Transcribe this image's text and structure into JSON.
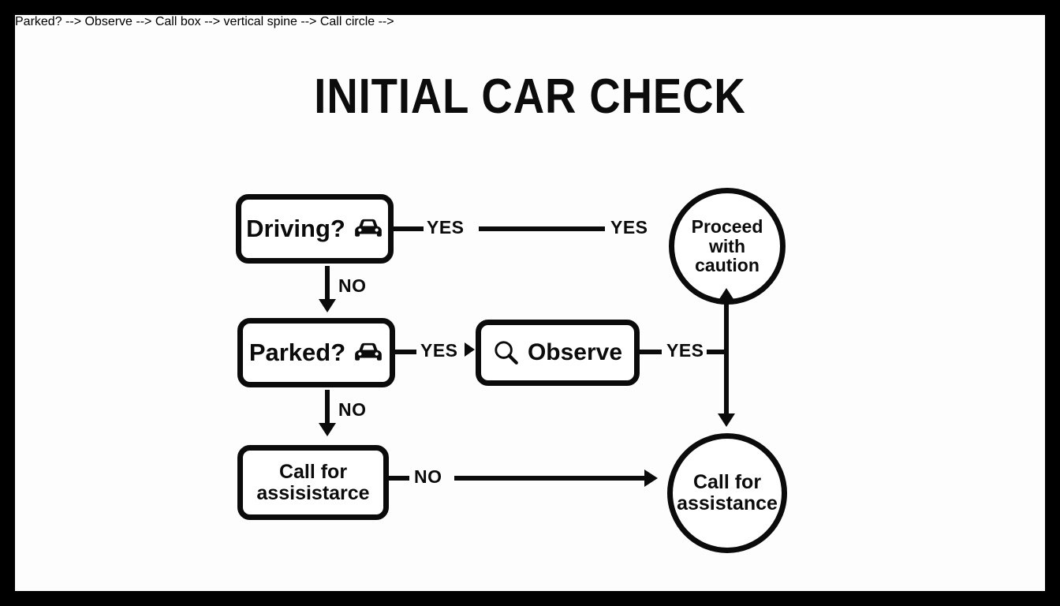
{
  "document": {
    "title": "INITIAL CAR CHECK",
    "frame_color": "#000000",
    "page_color": "#fdfdfd",
    "ink_color": "#0b0b0b"
  },
  "diagram": {
    "type": "flowchart",
    "nodes": [
      {
        "id": "driving",
        "shape": "rounded-rect",
        "label": "Driving?",
        "icon": "car-icon"
      },
      {
        "id": "parked",
        "shape": "rounded-rect",
        "label": "Parked?",
        "icon": "car-icon"
      },
      {
        "id": "observe",
        "shape": "rounded-rect",
        "label": "Observe",
        "icon": "magnifier-icon"
      },
      {
        "id": "call-box",
        "shape": "rounded-rect",
        "label_line1": "Call for",
        "label_line2": "assisistarce"
      },
      {
        "id": "proceed",
        "shape": "circle",
        "label_line1": "Proceed",
        "label_line2": "with caution"
      },
      {
        "id": "call-circle",
        "shape": "circle",
        "label_line1": "Call for",
        "label_line2": "assistance"
      }
    ],
    "edges": [
      {
        "id": "driving-yes-a",
        "from": "driving",
        "to": "proceed",
        "label": "YES"
      },
      {
        "id": "driving-yes-b",
        "from": "driving",
        "to": "proceed",
        "label": "YES"
      },
      {
        "id": "driving-no",
        "from": "driving",
        "to": "parked",
        "label": "NO"
      },
      {
        "id": "parked-yes",
        "from": "parked",
        "to": "observe",
        "label": "YES"
      },
      {
        "id": "parked-no",
        "from": "parked",
        "to": "call-box",
        "label": "NO"
      },
      {
        "id": "observe-yes",
        "from": "observe",
        "to": "proceed",
        "label": "YES"
      },
      {
        "id": "call-box-no",
        "from": "call-box",
        "to": "call-circle",
        "label": "NO"
      }
    ]
  }
}
